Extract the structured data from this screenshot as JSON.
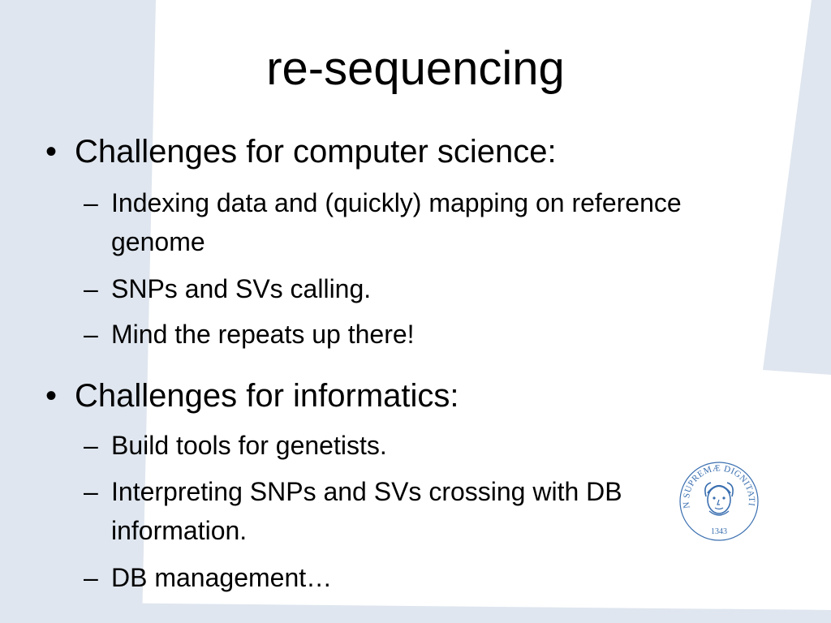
{
  "slide": {
    "title": "re-sequencing",
    "colors": {
      "band": "#dfe6ef",
      "seal": "#3a6fb0"
    },
    "sections": [
      {
        "bullet": "•",
        "heading": "Challenges for computer science:",
        "items": [
          {
            "dash": "–",
            "text": "Indexing data and (quickly) mapping on reference genome"
          },
          {
            "dash": "–",
            "text": "SNPs and SVs calling."
          },
          {
            "dash": "–",
            "text": "Mind the repeats up there!"
          }
        ]
      },
      {
        "bullet": "•",
        "heading": "Challenges for informatics:",
        "items": [
          {
            "dash": "–",
            "text": "Build tools for genetists."
          },
          {
            "dash": "–",
            "text": "Interpreting SNPs and SVs crossing with DB information."
          },
          {
            "dash": "–",
            "text": "DB management…"
          }
        ]
      }
    ],
    "logo": {
      "icon": "university-seal-icon",
      "text": "IN SUPREMÆ DIGNITATIS",
      "year": "1343"
    }
  }
}
